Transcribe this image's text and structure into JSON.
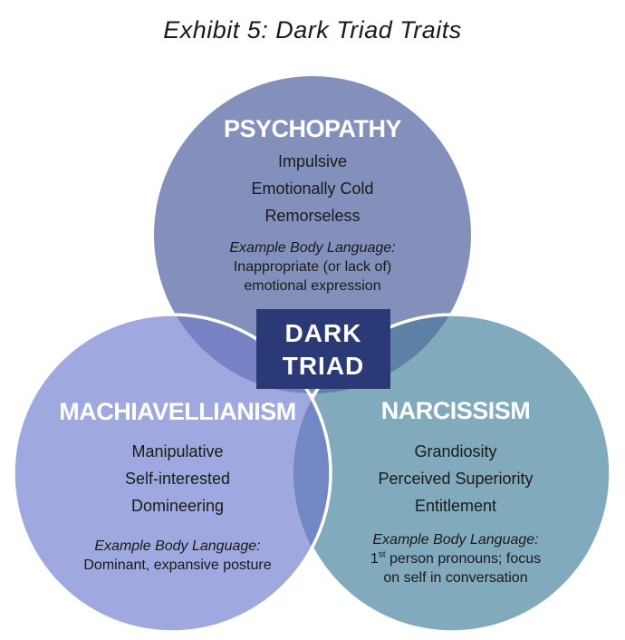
{
  "title": "Exhibit 5: Dark Triad Traits",
  "center_box": {
    "line1": "DARK",
    "line2": "TRIAD"
  },
  "circles": {
    "psychopathy": {
      "heading": "PSYCHOPATHY",
      "traits": [
        "Impulsive",
        "Emotionally Cold",
        "Remorseless"
      ],
      "example_label": "Example Body Language:",
      "example_lines": [
        "Inappropriate (or lack of)",
        "emotional expression"
      ]
    },
    "machiavellianism": {
      "heading": "MACHIAVELLIANISM",
      "traits": [
        "Manipulative",
        "Self-interested",
        "Domineering"
      ],
      "example_label": "Example Body Language:",
      "example_lines": [
        "Dominant, expansive  posture"
      ]
    },
    "narcissism": {
      "heading": "NARCISSISM",
      "traits": [
        "Grandiosity",
        "Perceived Superiority",
        "Entitlement"
      ],
      "example_label": "Example Body Language:",
      "example_line1": {
        "pre": "1",
        "sup": "st",
        "post": " person pronouns; focus"
      },
      "example_line2": "on self in conversation"
    }
  },
  "colors": {
    "psychopathy_fill": "#8390bc",
    "machiavellianism_fill": "#9fa9df",
    "narcissism_fill": "#82aabd",
    "psychopathy_machiavellianism_overlap": "#7783c4",
    "psychopathy_narcissism_overlap": "#5d81a4",
    "machiavellianism_narcissism_overlap": "#7487c5",
    "center_box_fill": "#2a3a76",
    "circle_outline": "#ffffff",
    "heading_text": "#ffffff",
    "body_text": "#1a1a1a",
    "title_text": "#1a1a1a"
  }
}
